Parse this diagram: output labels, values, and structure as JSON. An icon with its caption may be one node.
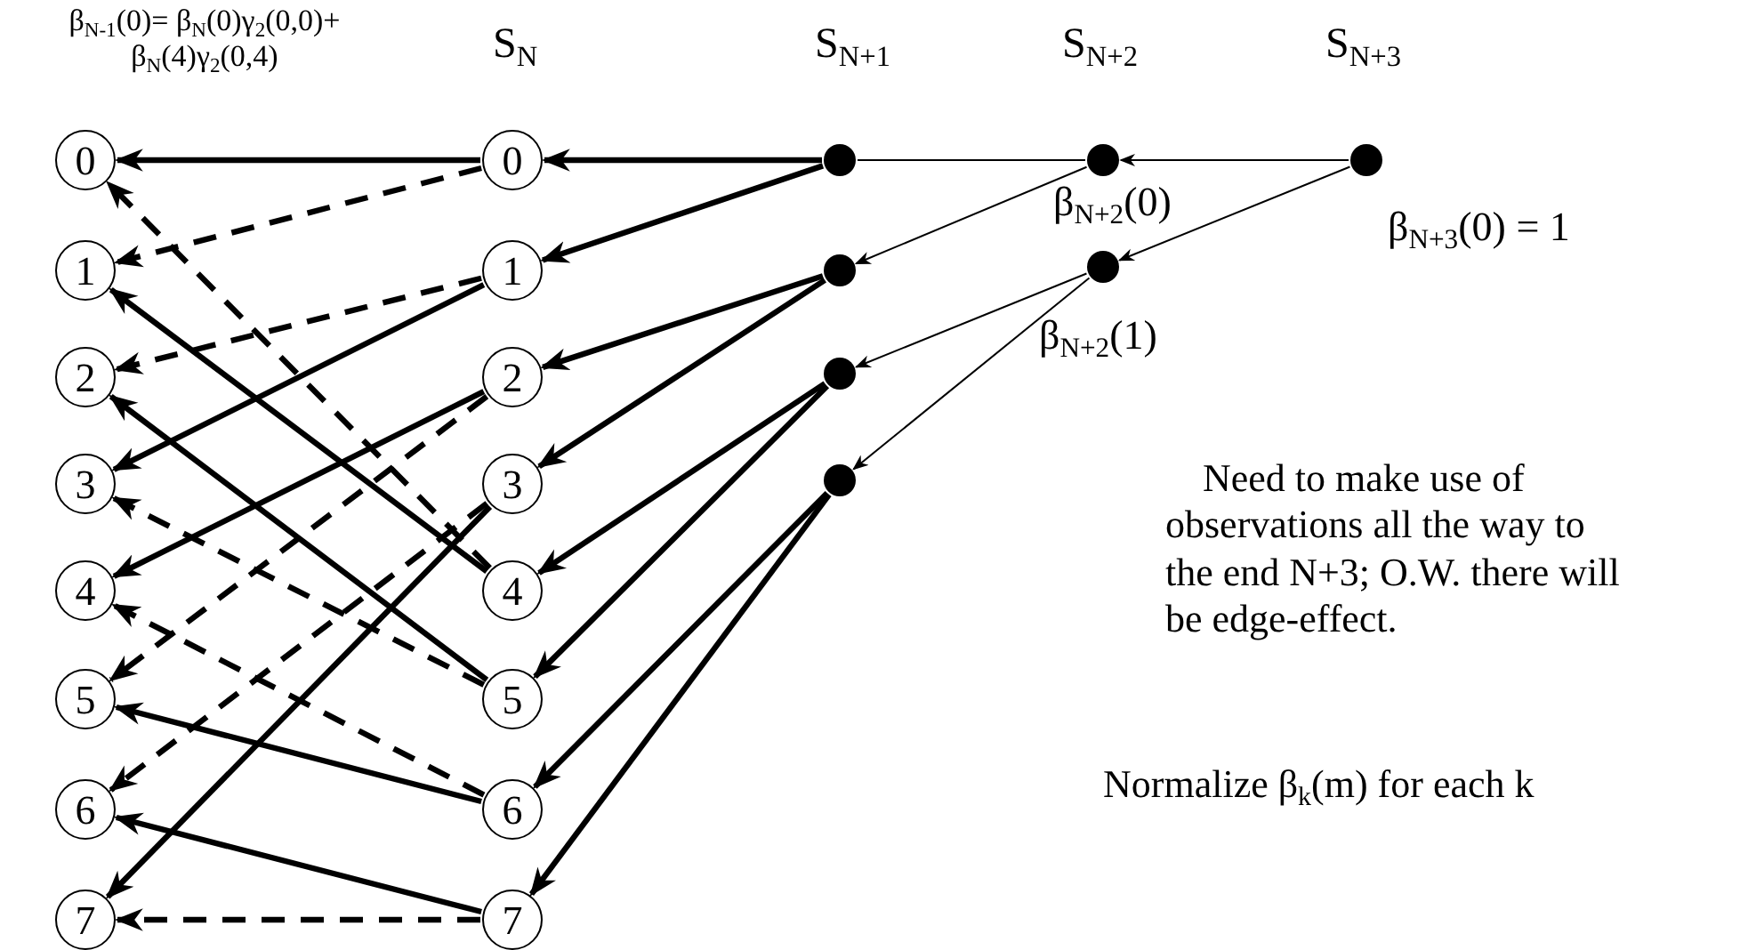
{
  "diagram": {
    "nodes": [
      {
        "text": [
          "0"
        ]
      },
      {
        "text": [
          "1"
        ]
      },
      {
        "text": [
          "2"
        ]
      },
      {
        "text": [
          "3"
        ]
      },
      {
        "text": [
          "4"
        ]
      },
      {
        "text": [
          "5"
        ]
      },
      {
        "text": [
          "6"
        ]
      },
      {
        "text": [
          "7"
        ]
      },
      {
        "text": [
          "0"
        ]
      },
      {
        "text": [
          "1"
        ]
      },
      {
        "text": [
          "2"
        ]
      },
      {
        "text": [
          "3"
        ]
      },
      {
        "text": [
          "4"
        ]
      },
      {
        "text": [
          "5"
        ]
      },
      {
        "text": [
          "6"
        ]
      },
      {
        "text": [
          "7"
        ]
      },
      {
        "text": [],
        "shape": "circle"
      },
      {
        "text": [],
        "shape": "circle"
      },
      {
        "text": [],
        "shape": "circle"
      },
      {
        "text": [],
        "shape": "circle"
      },
      {
        "text": [],
        "shape": "circle",
        "beside": [
          "β$_{N+2}$(0)"
        ]
      },
      {
        "text": [],
        "shape": "circle",
        "beside": [
          "β$_{N+2}$(1)"
        ]
      },
      {
        "text": [],
        "shape": "circle",
        "beside": [
          "β$_{N+3}$(0) = 1"
        ]
      }
    ],
    "edges": [
      {
        "from": 8,
        "to": 0,
        "arrow": "to"
      },
      {
        "from": 8,
        "to": 1,
        "arrow": "to",
        "style": "dashed"
      },
      {
        "from": 9,
        "to": 2,
        "arrow": "to",
        "style": "dashed"
      },
      {
        "from": 9,
        "to": 3,
        "arrow": "to"
      },
      {
        "from": 10,
        "to": 4,
        "arrow": "to"
      },
      {
        "from": 10,
        "to": 5,
        "arrow": "to",
        "style": "dashed"
      },
      {
        "from": 11,
        "to": 6,
        "arrow": "to",
        "style": "dashed"
      },
      {
        "from": 11,
        "to": 7,
        "arrow": "to"
      },
      {
        "from": 12,
        "to": 0,
        "arrow": "to",
        "style": "dashed"
      },
      {
        "from": 12,
        "to": 1,
        "arrow": "to"
      },
      {
        "from": 13,
        "to": 2,
        "arrow": "to"
      },
      {
        "from": 13,
        "to": 3,
        "arrow": "to",
        "style": "dashed"
      },
      {
        "from": 14,
        "to": 4,
        "arrow": "to",
        "style": "dashed"
      },
      {
        "from": 14,
        "to": 5,
        "arrow": "to"
      },
      {
        "from": 15,
        "to": 6,
        "arrow": "to"
      },
      {
        "from": 15,
        "to": 7,
        "arrow": "to",
        "style": "dashed"
      },
      {
        "from": 16,
        "to": 8,
        "arrow": "to"
      },
      {
        "from": 16,
        "to": 9,
        "arrow": "to"
      },
      {
        "from": 17,
        "to": 10,
        "arrow": "to"
      },
      {
        "from": 17,
        "to": 11,
        "arrow": "to"
      },
      {
        "from": 18,
        "to": 12,
        "arrow": "to"
      },
      {
        "from": 18,
        "to": 13,
        "arrow": "to"
      },
      {
        "from": 19,
        "to": 14,
        "arrow": "to"
      },
      {
        "from": 19,
        "to": 15,
        "arrow": "to"
      },
      {
        "from": 20,
        "to": 16,
        "arrow": "none"
      },
      {
        "from": 20,
        "to": 17,
        "arrow": "to"
      },
      {
        "from": 21,
        "to": 18,
        "arrow": "to"
      },
      {
        "from": 21,
        "to": 19,
        "arrow": "to"
      },
      {
        "from": 22,
        "to": 20,
        "arrow": "to"
      },
      {
        "from": 22,
        "to": 21,
        "arrow": "to"
      }
    ],
    "labels": [
      "β$_{N-1}$(0)= β$_{N}$(0)γ$_{2}$(0,0)+ β$_{N}$(4)γ$_{2}$(0,4)",
      "S$_{N}$",
      "S$_{N+1}$",
      "S$_{N+2}$",
      "S$_{N+3}$",
      "Need to make use of observations all the way to the end N+3; O.W. there will be edge-effect.",
      "Normalize β$_{k}$(m) for each k"
    ]
  }
}
